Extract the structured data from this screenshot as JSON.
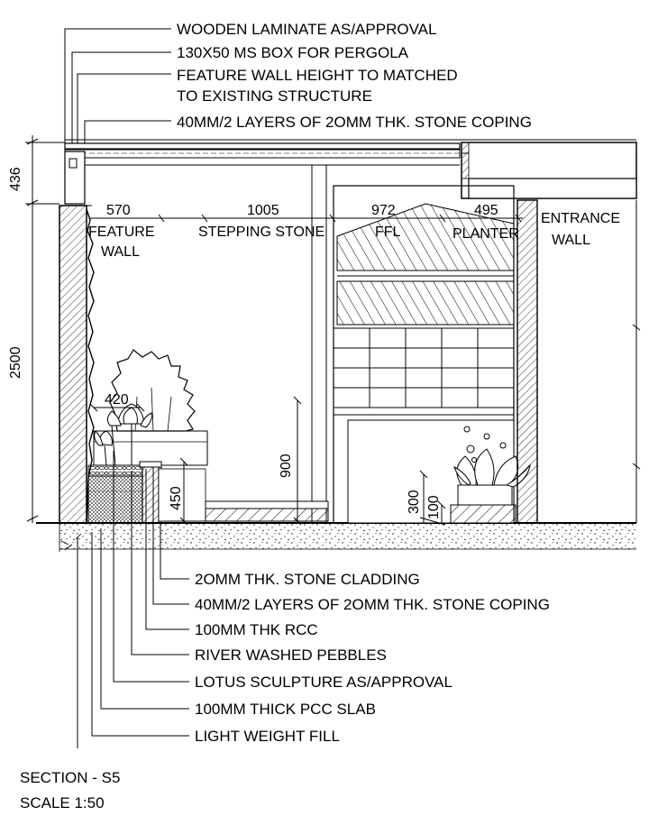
{
  "top_notes": [
    "WOODEN LAMINATE AS/APPROVAL",
    "130X50 MS BOX FOR PERGOLA",
    "FEATURE WALL HEIGHT TO MATCHED",
    "TO EXISTING STRUCTURE",
    "40MM/2 LAYERS OF 2OMM THK. STONE COPING"
  ],
  "bottom_notes": [
    "2OMM THK. STONE CLADDING",
    "40MM/2 LAYERS OF 2OMM THK. STONE COPING",
    "100MM THK RCC",
    "RIVER WASHED PEBBLES",
    "LOTUS SCULPTURE AS/APPROVAL",
    "100MM THICK PCC SLAB",
    "LIGHT WEIGHT FILL"
  ],
  "dimensions": {
    "pergola_height": "436",
    "wall_height": "2500",
    "feature_wall_width": "570",
    "stepping_stone_width": "1005",
    "ffl_width": "972",
    "planter_width": "495",
    "sculpture_width": "420",
    "pond_wall_height": "450",
    "stepping_stone_height": "900",
    "planter_height": "300",
    "planter_base": "100"
  },
  "zone_labels": {
    "feature_wall_1": "FEATURE",
    "feature_wall_2": "WALL",
    "stepping_stone": "STEPPING STONE",
    "ffl": "FFL",
    "planter": "PLANTER",
    "entrance_1": "ENTRANCE",
    "entrance_2": "WALL"
  },
  "title": "SECTION - S5",
  "scale": "SCALE 1:50"
}
